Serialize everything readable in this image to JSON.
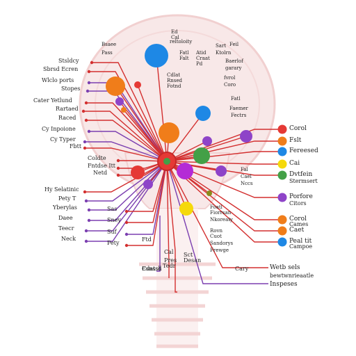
{
  "colors": {
    "red": "#e53935",
    "purple": "#8e44c8",
    "orange": "#f07d1a",
    "blue": "#1e88e5",
    "green": "#43a047",
    "yellow": "#f5d90a",
    "magenta": "#b42bd6",
    "line_red": "#d32f2f",
    "line_purple": "#7b3fb0",
    "silhouette": "#f6dede"
  },
  "left_labels": [
    "Stsldcy",
    "Sbrsd Ecren",
    "Wlclo ports",
    "Stopes",
    "Cater Yetlund",
    "Rartaed",
    "Raced",
    "Cy Inpoione",
    "Cy Typer",
    "Fbtt",
    "Coldte",
    "Fntdse Itt",
    "Netd",
    "Hy Selatinic",
    "Pety T",
    "Yberylas",
    "Daee",
    "Teecr",
    "Neck",
    "Sas",
    "Sney",
    "Suf",
    "Pety"
  ],
  "top_labels": [
    "Bsaee",
    "Pass",
    "Ed",
    "Cal",
    "reltoloity",
    "Fatl",
    "Falt",
    "Atid",
    "Sart",
    "Craat",
    "Pd",
    "Cdlat",
    "Rnsed",
    "Fotnd",
    "Feil",
    "Ktolrn",
    "Baerlof",
    "garary",
    "fvrol",
    "Coro",
    "Fatl",
    "Faemer",
    "Fectrs"
  ],
  "mid_labels": [
    "Fal",
    "Cael",
    "Nccs",
    "Foatl",
    "Fiorrsan",
    "Nkoreaty",
    "Rovn",
    "Cuot",
    "Sandorys",
    "Frewge",
    "Ftd",
    "Cal",
    "Sct",
    "Desan",
    "Pres",
    "Tedr",
    "Esnssd",
    "Cary"
  ],
  "legend": [
    {
      "label": "Corol",
      "color": "#e53935"
    },
    {
      "label": "Fslt",
      "color": "#f07d1a"
    },
    {
      "label": "Fereesed",
      "color": "#1e88e5"
    },
    {
      "label": "Cai",
      "color": "#f5d90a"
    },
    {
      "label": "Dvtfein",
      "color": "#43a047"
    },
    {
      "label": "Stermsert",
      "color": "#43a047"
    },
    {
      "label": "Porfore",
      "color": "#8e44c8"
    },
    {
      "label": "Citors",
      "color": "#8e44c8"
    },
    {
      "label": "Corol",
      "color": "#f07d1a"
    },
    {
      "label": "Cames",
      "color": "#f07d1a"
    },
    {
      "label": "Caet",
      "color": "#f07d1a"
    },
    {
      "label": "Peal tit",
      "color": "#1e88e5"
    },
    {
      "label": "Campoe",
      "color": "#1e88e5"
    }
  ],
  "bottom_labels": {
    "left": "Cdatsh",
    "right_1": "Wetb sels",
    "right_2": "bewtwnrieaatle",
    "right_3": "Inspeses"
  }
}
